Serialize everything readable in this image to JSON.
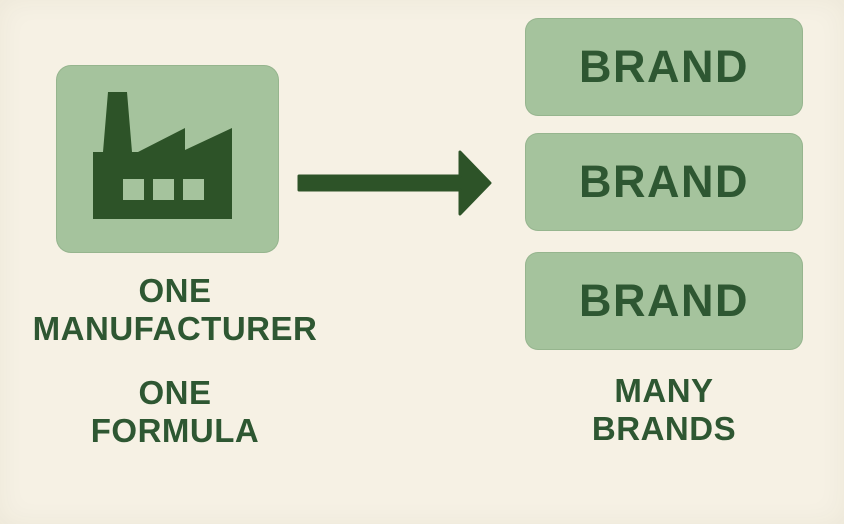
{
  "source": {
    "icon": "factory-icon",
    "label": [
      "ONE",
      "MANUFACTURER"
    ],
    "formula_label": [
      "ONE",
      "FORMULA"
    ]
  },
  "arrow": {
    "icon": "right-arrow-icon"
  },
  "targets": {
    "brand_boxes": [
      "BRAND",
      "BRAND",
      "BRAND"
    ],
    "label": [
      "MANY",
      "BRANDS"
    ]
  },
  "colors": {
    "background": "#f6f1e4",
    "box_fill": "#a5c39d",
    "icon_green": "#2d5328",
    "text_green": "#2e5732"
  }
}
